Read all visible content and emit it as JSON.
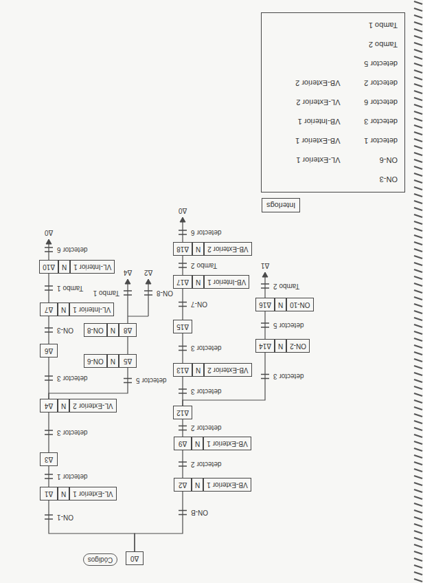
{
  "diagram": {
    "nodes": [
      {
        "text": [
          "Δ0"
        ]
      },
      {
        "text": [
          "Δ1",
          "N",
          "VL-Exterior 1"
        ]
      },
      {
        "text": [
          "Δ2",
          "N",
          "VB-Exterior 1"
        ]
      },
      {
        "text": [
          "Δ3"
        ]
      },
      {
        "text": [
          "Δ9",
          "N",
          "VB-Exterior 1"
        ]
      },
      {
        "text": [
          "Δ4",
          "N",
          "VL-Exterior 2"
        ]
      },
      {
        "text": [
          "Δ12"
        ]
      },
      {
        "text": [
          "Δ5",
          "N",
          "ON-6"
        ]
      },
      {
        "text": [
          "Δ13",
          "N",
          "VB-Exterior 2"
        ]
      },
      {
        "text": [
          "Δ6"
        ]
      },
      {
        "text": [
          "Δ8",
          "N",
          "ON-8"
        ]
      },
      {
        "text": [
          "Δ14",
          "N",
          "ON-2"
        ]
      },
      {
        "text": [
          "Δ7",
          "N",
          "VL-Interior 1"
        ]
      },
      {
        "text": [
          "Δ15"
        ]
      },
      {
        "text": [
          "Δ16",
          "N",
          "ON-10"
        ]
      },
      {
        "text": [
          "Δ10",
          "N",
          "VL-Interior 1"
        ]
      },
      {
        "text": [
          "Δ17",
          "N",
          "VB-Interior 1"
        ]
      },
      {
        "text": [
          "Δ18",
          "N",
          "VB-Exterior 2"
        ]
      },
      {
        "text": [
          "Interlogs",
          "ON-3",
          "ON-6",
          "VL-Exterior 1",
          "detector 1",
          "VB-Exterior 1",
          "detector 3",
          "VB-Interior 1",
          "detector 6",
          "VL-Exterior 2",
          "detector 2",
          "VB-Exterior 2",
          "detector 5",
          "Tambo 2",
          "Tambo 1"
        ]
      }
    ],
    "edges": [
      {
        "from": 0,
        "to": 1,
        "label": "ON-1",
        "arrow": "none"
      },
      {
        "from": 0,
        "to": 2,
        "label": "ON-B",
        "arrow": "none"
      },
      {
        "from": 1,
        "to": 3,
        "label": "detector 1",
        "arrow": "none"
      },
      {
        "from": 2,
        "to": 4,
        "label": "detector 2",
        "arrow": "none"
      },
      {
        "from": 3,
        "to": 5,
        "label": "detector 3",
        "arrow": "none"
      },
      {
        "from": 4,
        "to": 6,
        "label": "detector 2",
        "arrow": "none"
      },
      {
        "from": 5,
        "to": 9,
        "label": "detector 3",
        "arrow": "none"
      },
      {
        "from": 5,
        "to": 7,
        "label": "detector 5",
        "arrow": "none"
      },
      {
        "from": 6,
        "to": 8,
        "label": "detector 3",
        "arrow": "none"
      },
      {
        "from": 6,
        "to": 11,
        "label": "detector 3",
        "arrow": "none"
      },
      {
        "from": 7,
        "to": 10,
        "arrow": "none"
      },
      {
        "from": 8,
        "to": 13,
        "label": "detector 3",
        "arrow": "none"
      },
      {
        "from": 9,
        "to": 12,
        "label": "ON-3",
        "arrow": "none"
      },
      {
        "from": 11,
        "to": 14,
        "label": "detector 5",
        "arrow": "none"
      },
      {
        "from": 13,
        "to": 16,
        "label": "ON-7",
        "arrow": "none"
      },
      {
        "from": 12,
        "to": 15,
        "label": "Tambo 1",
        "arrow": "none"
      },
      {
        "from": 16,
        "to": 17,
        "label": "Tambo 2",
        "arrow": "none"
      }
    ],
    "labels": [
      "Códigos",
      "detector 6",
      "Δ0",
      "Tambo 1",
      "Δ4",
      "ON-8",
      "Δ2",
      "Tambo 2",
      "Δ1",
      "detector 6",
      "Δ0"
    ]
  }
}
